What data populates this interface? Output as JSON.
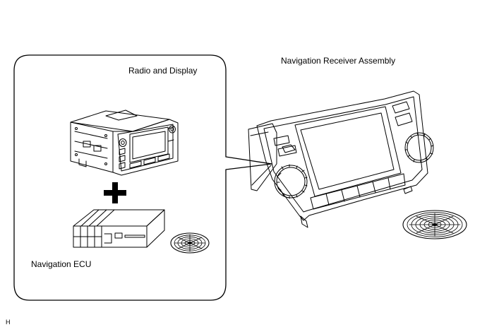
{
  "labels": {
    "radio_and_display": "Radio and Display",
    "navigation_receiver_assembly": "Navigation Receiver Assembly",
    "navigation_ecu": "Navigation ECU",
    "corner_code": "H"
  },
  "colors": {
    "line": "#000000",
    "background": "#ffffff"
  },
  "icons": {
    "plus": "plus-sign-icon",
    "disc": "disc-icon"
  }
}
